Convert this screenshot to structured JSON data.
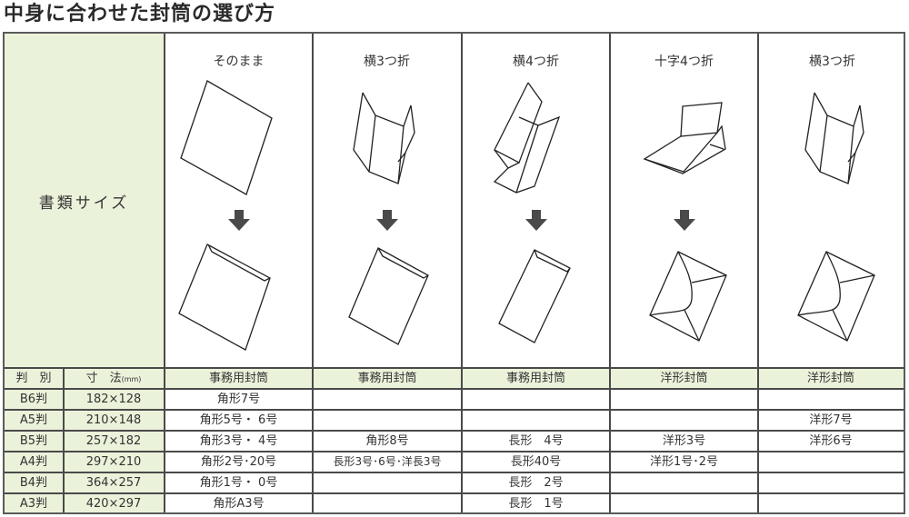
{
  "title": "中身に合わせた封筒の選び方",
  "colors": {
    "header_bg": "#ebf2da",
    "border": "#4a4a4a",
    "cell_bg": "#ffffff"
  },
  "size_label": "書類サイズ",
  "header_row": {
    "col_name": "判　別",
    "col_dims": "寸　法",
    "col_dims_unit": "(mm)"
  },
  "columns": [
    {
      "fold": "そのまま",
      "fold_icon": "flat-sheet-icon",
      "envelope_icon": "kakugata-envelope-icon",
      "envelope_type": "事務用封筒"
    },
    {
      "fold": "横3つ折",
      "fold_icon": "tri-fold-icon",
      "envelope_icon": "kakugata-small-envelope-icon",
      "envelope_type": "事務用封筒"
    },
    {
      "fold": "横4つ折",
      "fold_icon": "quad-fold-icon",
      "envelope_icon": "nagagata-envelope-icon",
      "envelope_type": "事務用封筒"
    },
    {
      "fold": "十字4つ折",
      "fold_icon": "cross-fold-icon",
      "envelope_icon": "western-envelope-icon",
      "envelope_type": "洋形封筒"
    },
    {
      "fold": "横3つ折",
      "fold_icon": "tri-fold-icon",
      "envelope_icon": "western-envelope-icon",
      "envelope_type": "洋形封筒"
    }
  ],
  "rows": [
    {
      "name": "B6判",
      "dims": "182×128",
      "cells": [
        "角形7号",
        "",
        "",
        "",
        ""
      ]
    },
    {
      "name": "A5判",
      "dims": "210×148",
      "cells": [
        "角形5号・ 6号",
        "",
        "",
        "",
        "洋形7号"
      ]
    },
    {
      "name": "B5判",
      "dims": "257×182",
      "cells": [
        "角形3号・ 4号",
        "角形8号",
        "長形　4号",
        "洋形3号",
        "洋形6号"
      ]
    },
    {
      "name": "A4判",
      "dims": "297×210",
      "cells": [
        "角形2号･20号",
        "長形3号･6号･洋長3号",
        "長形40号",
        "洋形1号･2号",
        ""
      ]
    },
    {
      "name": "B4判",
      "dims": "364×257",
      "cells": [
        "角形1号・ 0号",
        "",
        "長形　2号",
        "",
        ""
      ]
    },
    {
      "name": "A3判",
      "dims": "420×297",
      "cells": [
        "角形A3号",
        "",
        "長形　1号",
        "",
        ""
      ]
    }
  ]
}
